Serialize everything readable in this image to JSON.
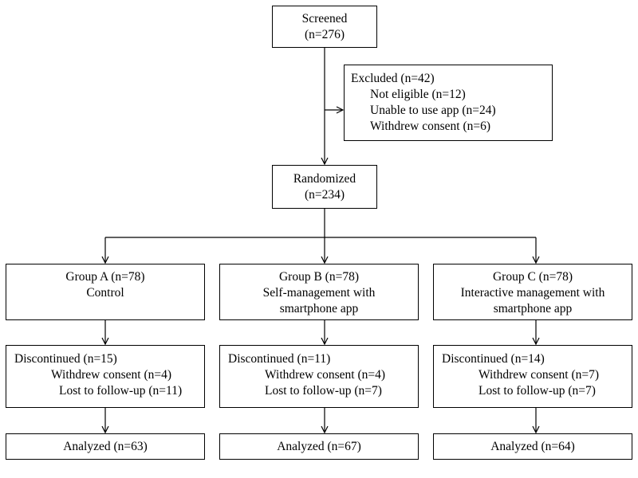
{
  "screened": {
    "title": "Screened",
    "count": "(n=276)"
  },
  "excluded": {
    "title": "Excluded (n=42)",
    "reasons": [
      "Not eligible (n=12)",
      "Unable to use app (n=24)",
      "Withdrew consent (n=6)"
    ]
  },
  "randomized": {
    "title": "Randomized",
    "count": "(n=234)"
  },
  "groups": [
    {
      "title": "Group A (n=78)",
      "desc": [
        "Control"
      ],
      "discontinued": "Discontinued (n=15)",
      "withdrew": "Withdrew consent (n=4)",
      "lost": "Lost to follow-up (n=11)",
      "analyzed": "Analyzed (n=63)"
    },
    {
      "title": "Group B (n=78)",
      "desc": [
        "Self-management with",
        "smartphone app"
      ],
      "discontinued": "Discontinued (n=11)",
      "withdrew": "Withdrew consent (n=4)",
      "lost": "Lost to follow-up (n=7)",
      "analyzed": "Analyzed (n=67)"
    },
    {
      "title": "Group C (n=78)",
      "desc": [
        "Interactive management with",
        "smartphone app"
      ],
      "discontinued": "Discontinued (n=14)",
      "withdrew": "Withdrew consent (n=7)",
      "lost": "Lost to follow-up (n=7)",
      "analyzed": "Analyzed (n=64)"
    }
  ]
}
